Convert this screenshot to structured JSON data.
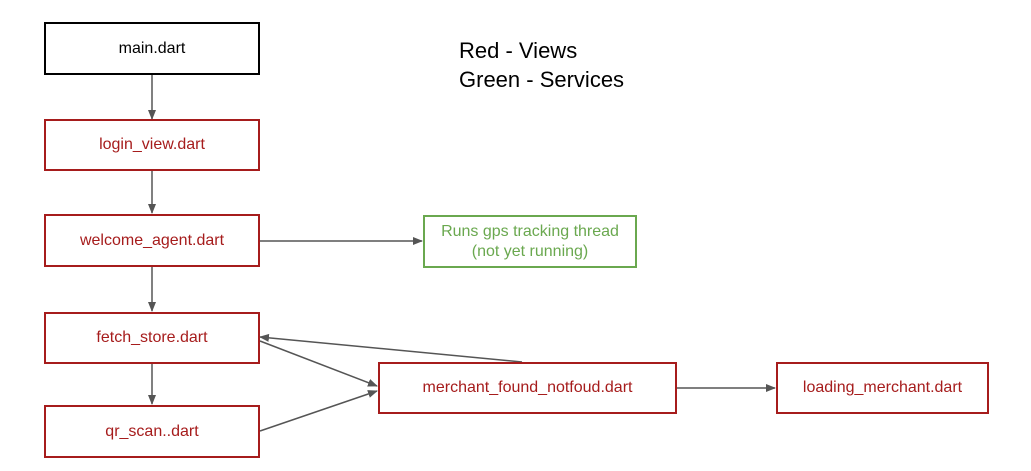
{
  "legend": {
    "line1": "Red - Views",
    "line2": "Green - Services"
  },
  "colors": {
    "entry": "#000000",
    "view": "#a61c1c",
    "service": "#6aa84f",
    "arrow": "#555555"
  },
  "nodes": {
    "main": "main.dart",
    "login_view": "login_view.dart",
    "welcome_agent": "welcome_agent.dart",
    "gps_service": "Runs gps tracking thread (not yet running)",
    "fetch_store": "fetch_store.dart",
    "qr_scan": "qr_scan..dart",
    "merchant_found": "merchant_found_notfoud.dart",
    "loading_merchant": "loading_merchant.dart"
  },
  "edges": [
    {
      "from": "main",
      "to": "login_view"
    },
    {
      "from": "login_view",
      "to": "welcome_agent"
    },
    {
      "from": "welcome_agent",
      "to": "gps_service"
    },
    {
      "from": "welcome_agent",
      "to": "fetch_store"
    },
    {
      "from": "fetch_store",
      "to": "qr_scan"
    },
    {
      "from": "fetch_store",
      "to": "merchant_found"
    },
    {
      "from": "qr_scan",
      "to": "merchant_found"
    },
    {
      "from": "merchant_found",
      "to": "fetch_store"
    },
    {
      "from": "merchant_found",
      "to": "loading_merchant"
    }
  ]
}
